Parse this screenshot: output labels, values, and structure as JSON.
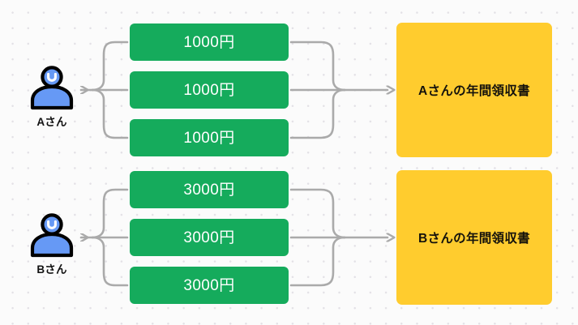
{
  "diagram": {
    "title": "Annual receipt aggregation diagram",
    "background_color": "#fbfbfb",
    "dot_color": "#e3e1e6",
    "colors": {
      "amount_box": "#15ab5c",
      "amount_text": "#ffffff",
      "receipt_box": "#ffcc2e",
      "receipt_text": "#14120c",
      "connector": "#aaaaaa",
      "person_fill": "#6699f5",
      "person_outline": "#000000"
    },
    "groups": [
      {
        "person": {
          "name": "Aさん",
          "icon": "person-icon"
        },
        "amounts": [
          {
            "label": "1000円"
          },
          {
            "label": "1000円"
          },
          {
            "label": "1000円"
          }
        ],
        "receipt": {
          "label": "Aさんの年間領収書"
        }
      },
      {
        "person": {
          "name": "Bさん",
          "icon": "person-icon"
        },
        "amounts": [
          {
            "label": "3000円"
          },
          {
            "label": "3000円"
          },
          {
            "label": "3000円"
          }
        ],
        "receipt": {
          "label": "Bさんの年間領収書"
        }
      }
    ]
  }
}
